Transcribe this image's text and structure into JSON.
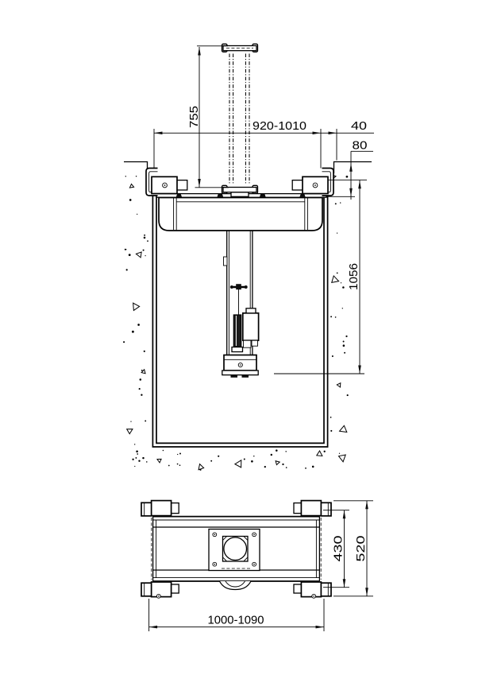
{
  "drawing": {
    "front_view": {
      "dim_stroke_height": "755",
      "dim_pit_width": "920-1010",
      "dim_edge_offset": "40",
      "dim_edge_recess_depth": "80",
      "dim_unit_depth": "1056"
    },
    "plan_view": {
      "dim_frame_inner_length": "430",
      "dim_frame_outer_length": "520",
      "dim_roller_span": "1000-1090"
    }
  }
}
